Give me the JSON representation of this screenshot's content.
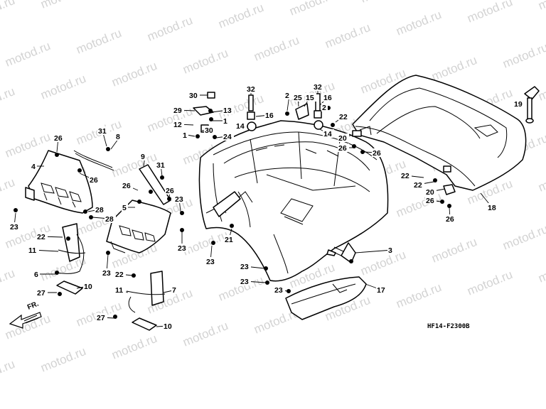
{
  "diagram": {
    "drawing_code": "HF14-F2300B",
    "direction_label": "FR.",
    "watermark_text": "motod.ru",
    "line_color": "#000000",
    "watermark_color": "#d3d3d3",
    "callouts": [
      {
        "id": "c1",
        "text": "30"
      },
      {
        "id": "c2",
        "text": "29"
      },
      {
        "id": "c3",
        "text": "12"
      },
      {
        "id": "c4",
        "text": "13"
      },
      {
        "id": "c5",
        "text": "1"
      },
      {
        "id": "c6",
        "text": "30"
      },
      {
        "id": "c7",
        "text": "1"
      },
      {
        "id": "c8",
        "text": "24"
      },
      {
        "id": "c9",
        "text": "32"
      },
      {
        "id": "c10",
        "text": "16"
      },
      {
        "id": "c11",
        "text": "14"
      },
      {
        "id": "c12",
        "text": "2"
      },
      {
        "id": "c13",
        "text": "25"
      },
      {
        "id": "c14",
        "text": "15"
      },
      {
        "id": "c15",
        "text": "32"
      },
      {
        "id": "c16",
        "text": "16"
      },
      {
        "id": "c17",
        "text": "2"
      },
      {
        "id": "c18",
        "text": "14"
      },
      {
        "id": "c19",
        "text": "22"
      },
      {
        "id": "c20",
        "text": "20"
      },
      {
        "id": "c21",
        "text": "26"
      },
      {
        "id": "c22",
        "text": "26"
      },
      {
        "id": "c23",
        "text": "19"
      },
      {
        "id": "c24",
        "text": "18"
      },
      {
        "id": "c25",
        "text": "22"
      },
      {
        "id": "c26",
        "text": "22"
      },
      {
        "id": "c27",
        "text": "20"
      },
      {
        "id": "c28",
        "text": "26"
      },
      {
        "id": "c29",
        "text": "26"
      },
      {
        "id": "c30",
        "text": "31"
      },
      {
        "id": "c31",
        "text": "8"
      },
      {
        "id": "c32",
        "text": "26"
      },
      {
        "id": "c33",
        "text": "4"
      },
      {
        "id": "c34",
        "text": "26"
      },
      {
        "id": "c35",
        "text": "23"
      },
      {
        "id": "c36",
        "text": "28"
      },
      {
        "id": "c37",
        "text": "28"
      },
      {
        "id": "c38",
        "text": "9"
      },
      {
        "id": "c39",
        "text": "31"
      },
      {
        "id": "c40",
        "text": "26"
      },
      {
        "id": "c41",
        "text": "26"
      },
      {
        "id": "c42",
        "text": "5"
      },
      {
        "id": "c43",
        "text": "23"
      },
      {
        "id": "c44",
        "text": "23"
      },
      {
        "id": "c45",
        "text": "21"
      },
      {
        "id": "c46",
        "text": "23"
      },
      {
        "id": "c47",
        "text": "3"
      },
      {
        "id": "c48",
        "text": "22"
      },
      {
        "id": "c49",
        "text": "11"
      },
      {
        "id": "c50",
        "text": "23"
      },
      {
        "id": "c51",
        "text": "6"
      },
      {
        "id": "c52",
        "text": "10"
      },
      {
        "id": "c53",
        "text": "27"
      },
      {
        "id": "c54",
        "text": "22"
      },
      {
        "id": "c55",
        "text": "7"
      },
      {
        "id": "c56",
        "text": "11"
      },
      {
        "id": "c57",
        "text": "23"
      },
      {
        "id": "c58",
        "text": "23"
      },
      {
        "id": "c59",
        "text": "23"
      },
      {
        "id": "c60",
        "text": "17"
      },
      {
        "id": "c61",
        "text": "27"
      },
      {
        "id": "c62",
        "text": "10"
      }
    ]
  }
}
